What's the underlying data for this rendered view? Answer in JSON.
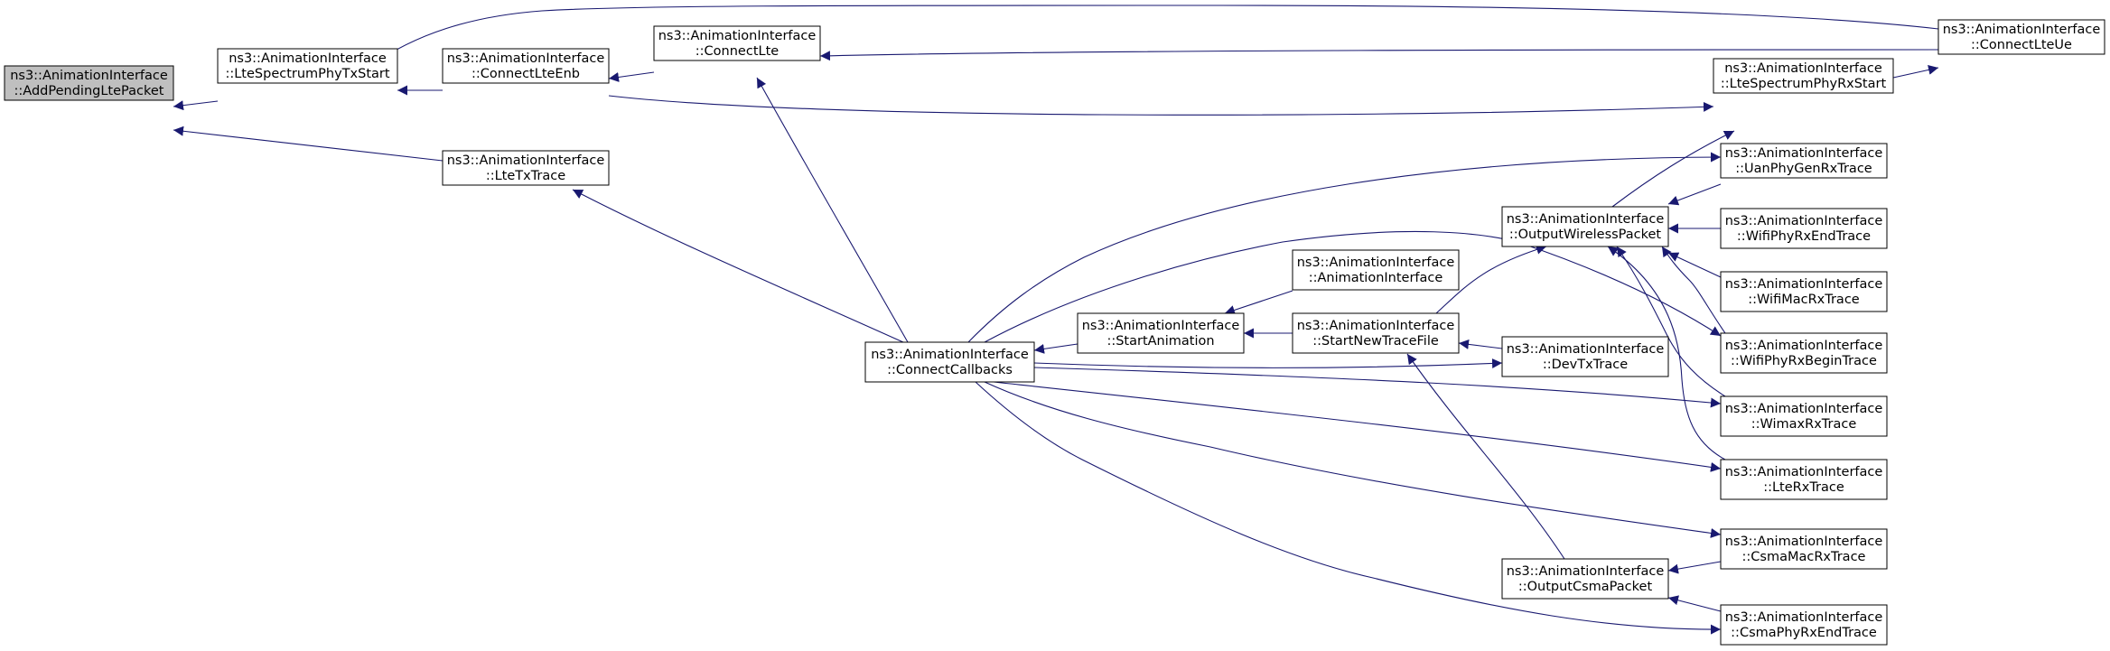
{
  "colors": {
    "edge": "#191970",
    "node_border": "#000000",
    "node_fill": "#ffffff",
    "focus_fill": "#bfbfbf"
  },
  "nodes": [
    {
      "id": "addpending",
      "line1": "ns3::AnimationInterface",
      "line2": "::AddPendingLtePacket",
      "focus": true
    },
    {
      "id": "ltespectrumtx",
      "line1": "ns3::AnimationInterface",
      "line2": "::LteSpectrumPhyTxStart"
    },
    {
      "id": "connectlteenb",
      "line1": "ns3::AnimationInterface",
      "line2": "::ConnectLteEnb"
    },
    {
      "id": "connectlte",
      "line1": "ns3::AnimationInterface",
      "line2": "::ConnectLte"
    },
    {
      "id": "ltetxtrace",
      "line1": "ns3::AnimationInterface",
      "line2": "::LteTxTrace"
    },
    {
      "id": "connectlteue",
      "line1": "ns3::AnimationInterface",
      "line2": "::ConnectLteUe"
    },
    {
      "id": "ltespectrumrx",
      "line1": "ns3::AnimationInterface",
      "line2": "::LteSpectrumPhyRxStart"
    },
    {
      "id": "uanphygenrx",
      "line1": "ns3::AnimationInterface",
      "line2": "::UanPhyGenRxTrace"
    },
    {
      "id": "outputwireless",
      "line1": "ns3::AnimationInterface",
      "line2": "::OutputWirelessPacket"
    },
    {
      "id": "wifiphyrxend",
      "line1": "ns3::AnimationInterface",
      "line2": "::WifiPhyRxEndTrace"
    },
    {
      "id": "animiface",
      "line1": "ns3::AnimationInterface",
      "line2": "::AnimationInterface"
    },
    {
      "id": "wifimacrx",
      "line1": "ns3::AnimationInterface",
      "line2": "::WifiMacRxTrace"
    },
    {
      "id": "startanimation",
      "line1": "ns3::AnimationInterface",
      "line2": "::StartAnimation"
    },
    {
      "id": "startnewtrace",
      "line1": "ns3::AnimationInterface",
      "line2": "::StartNewTraceFile"
    },
    {
      "id": "devtxtrace",
      "line1": "ns3::AnimationInterface",
      "line2": "::DevTxTrace"
    },
    {
      "id": "wifiphyrxbegin",
      "line1": "ns3::AnimationInterface",
      "line2": "::WifiPhyRxBeginTrace"
    },
    {
      "id": "connectcallbacks",
      "line1": "ns3::AnimationInterface",
      "line2": "::ConnectCallbacks"
    },
    {
      "id": "wimaxrx",
      "line1": "ns3::AnimationInterface",
      "line2": "::WimaxRxTrace"
    },
    {
      "id": "lterxtrace",
      "line1": "ns3::AnimationInterface",
      "line2": "::LteRxTrace"
    },
    {
      "id": "csmamacrx",
      "line1": "ns3::AnimationInterface",
      "line2": "::CsmaMacRxTrace"
    },
    {
      "id": "outputcsma",
      "line1": "ns3::AnimationInterface",
      "line2": "::OutputCsmaPacket"
    },
    {
      "id": "csmaphyrxend",
      "line1": "ns3::AnimationInterface",
      "line2": "::CsmaPhyRxEndTrace"
    }
  ],
  "edges": [
    {
      "from": "ltespectrumtx",
      "to": "addpending"
    },
    {
      "from": "ltetxtrace",
      "to": "addpending"
    },
    {
      "from": "connectlteenb",
      "to": "ltespectrumtx"
    },
    {
      "from": "connectlteue",
      "to": "ltespectrumtx"
    },
    {
      "from": "connectlte",
      "to": "connectlteenb"
    },
    {
      "from": "connectlteue",
      "to": "connectlte"
    },
    {
      "from": "connectcallbacks",
      "to": "connectlte"
    },
    {
      "from": "connectcallbacks",
      "to": "ltetxtrace"
    },
    {
      "from": "ltespectrumrx",
      "to": "connectlteue"
    },
    {
      "from": "connectlteenb",
      "to": "ltespectrumrx"
    },
    {
      "from": "outputwireless",
      "to": "ltespectrumrx"
    },
    {
      "from": "connectcallbacks",
      "to": "uanphygenrx"
    },
    {
      "from": "uanphygenrx",
      "to": "outputwireless"
    },
    {
      "from": "wifiphyrxend",
      "to": "outputwireless"
    },
    {
      "from": "wifimacrx",
      "to": "outputwireless"
    },
    {
      "from": "wifiphyrxbegin",
      "to": "outputwireless"
    },
    {
      "from": "wimaxrx",
      "to": "outputwireless"
    },
    {
      "from": "lterxtrace",
      "to": "outputwireless"
    },
    {
      "from": "startnewtrace",
      "to": "outputwireless"
    },
    {
      "from": "connectcallbacks",
      "to": "wifiphyrxbegin"
    },
    {
      "from": "animiface",
      "to": "startanimation"
    },
    {
      "from": "startanimation",
      "to": "connectcallbacks"
    },
    {
      "from": "startnewtrace",
      "to": "startanimation"
    },
    {
      "from": "devtxtrace",
      "to": "startnewtrace"
    },
    {
      "from": "outputcsma",
      "to": "startnewtrace"
    },
    {
      "from": "connectcallbacks",
      "to": "devtxtrace"
    },
    {
      "from": "connectcallbacks",
      "to": "wimaxrx"
    },
    {
      "from": "connectcallbacks",
      "to": "lterxtrace"
    },
    {
      "from": "connectcallbacks",
      "to": "csmamacrx"
    },
    {
      "from": "connectcallbacks",
      "to": "csmaphyrxend"
    },
    {
      "from": "csmamacrx",
      "to": "outputcsma"
    },
    {
      "from": "csmaphyrxend",
      "to": "outputcsma"
    }
  ]
}
